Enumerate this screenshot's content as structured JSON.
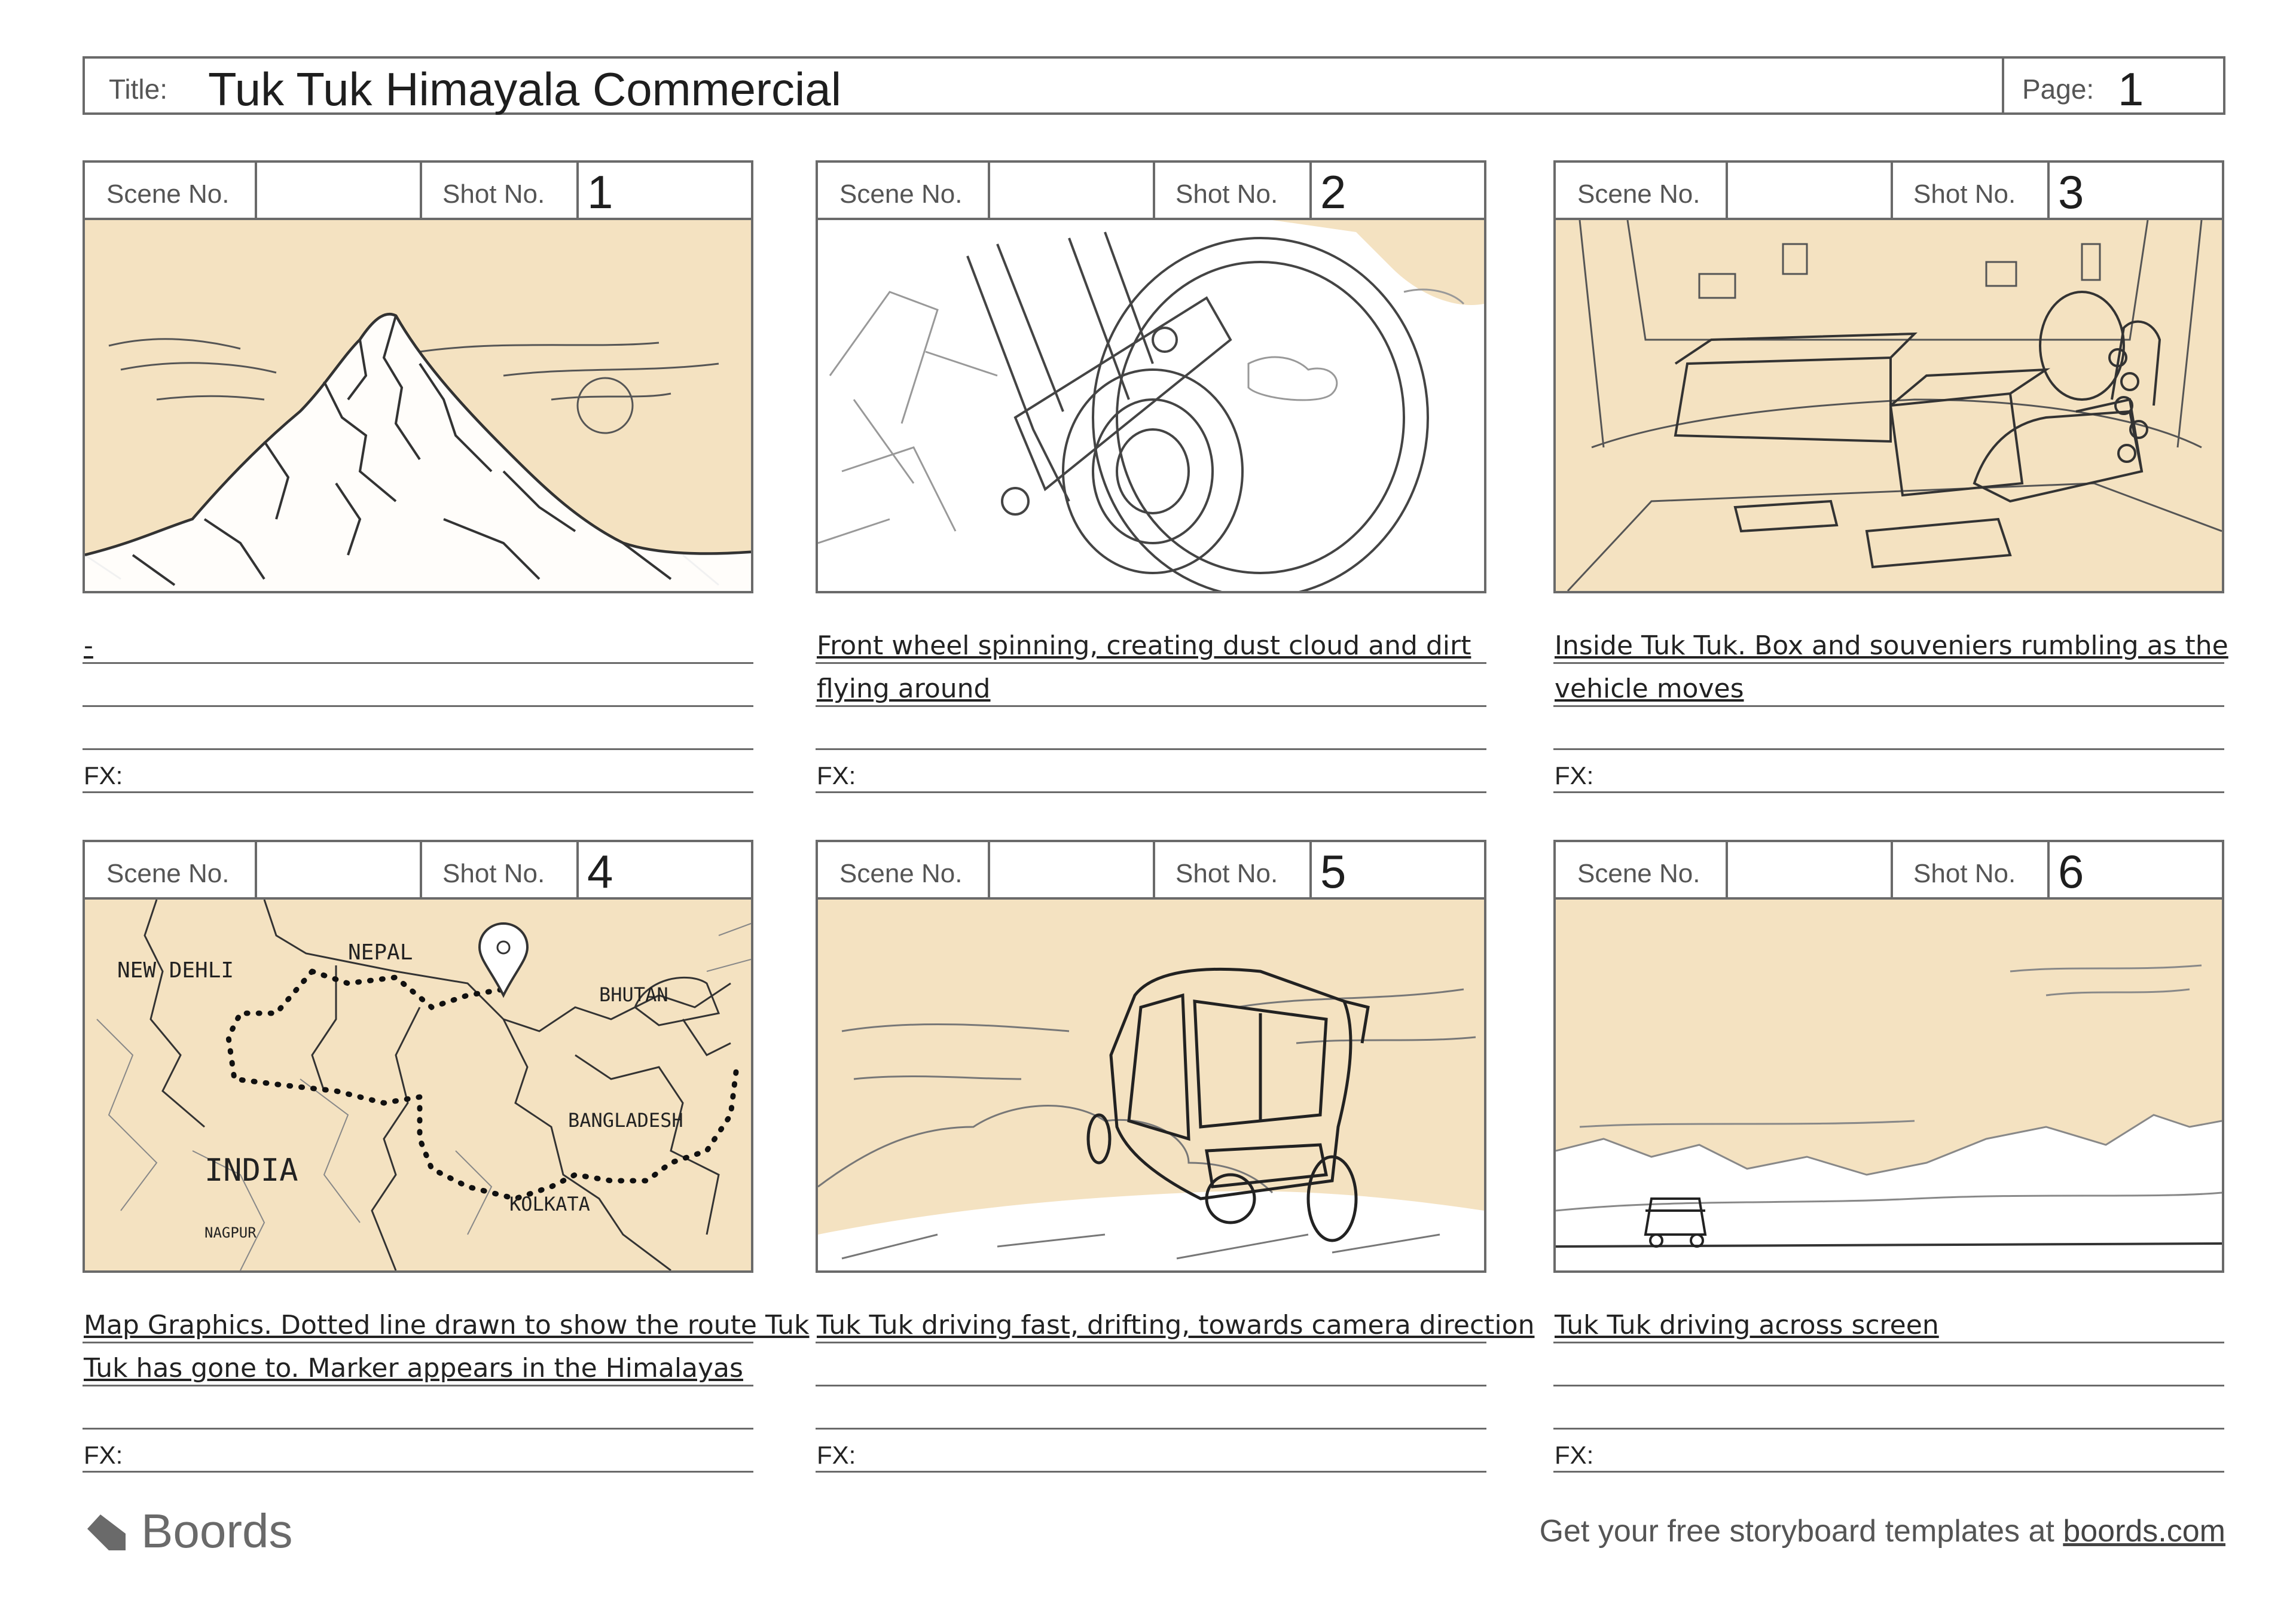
{
  "header": {
    "title_label": "Title:",
    "title_value": "Tuk Tuk Himayala Commercial",
    "page_label": "Page:",
    "page_value": "1"
  },
  "panels": [
    {
      "scene_label": "Scene No.",
      "scene_value": "",
      "shot_label": "Shot No.",
      "shot_value": "1",
      "desc_line1": "-",
      "desc_line2": "",
      "fx_label": "FX:"
    },
    {
      "scene_label": "Scene No.",
      "scene_value": "",
      "shot_label": "Shot No.",
      "shot_value": "2",
      "desc_line1": "Front wheel spinning, creating dust cloud and dirt",
      "desc_line2": "flying around",
      "fx_label": "FX:"
    },
    {
      "scene_label": "Scene No.",
      "scene_value": "",
      "shot_label": "Shot No.",
      "shot_value": "3",
      "desc_line1": "Inside Tuk Tuk. Box and souveniers rumbling as the",
      "desc_line2": "vehicle moves",
      "fx_label": "FX:"
    },
    {
      "scene_label": "Scene No.",
      "scene_value": "",
      "shot_label": "Shot No.",
      "shot_value": "4",
      "desc_line1": "Map Graphics. Dotted line drawn to show the route Tuk",
      "desc_line2": "Tuk has gone to. Marker appears in the Himalayas",
      "fx_label": "FX:"
    },
    {
      "scene_label": "Scene No.",
      "scene_value": "",
      "shot_label": "Shot No.",
      "shot_value": "5",
      "desc_line1": "Tuk Tuk driving fast, drifting, towards camera direction",
      "desc_line2": "",
      "fx_label": "FX:"
    },
    {
      "scene_label": "Scene No.",
      "scene_value": "",
      "shot_label": "Shot No.",
      "shot_value": "6",
      "desc_line1": "Tuk Tuk driving across screen",
      "desc_line2": "",
      "fx_label": "FX:"
    }
  ],
  "map_labels": {
    "new_dehli": "NEW DEHLI",
    "nepal": "NEPAL",
    "bhutan": "BHUTAN",
    "india": "INDIA",
    "bangladesh": "BANGLADESH",
    "kolkata": "KOLKATA",
    "nagpur": "NAGPUR"
  },
  "footer": {
    "brand": "Boords",
    "note_prefix": "Get your free storyboard templates at ",
    "note_link": "boords.com"
  },
  "colors": {
    "sketch_background": "#f4e2c1",
    "border": "#6a6a6a"
  }
}
